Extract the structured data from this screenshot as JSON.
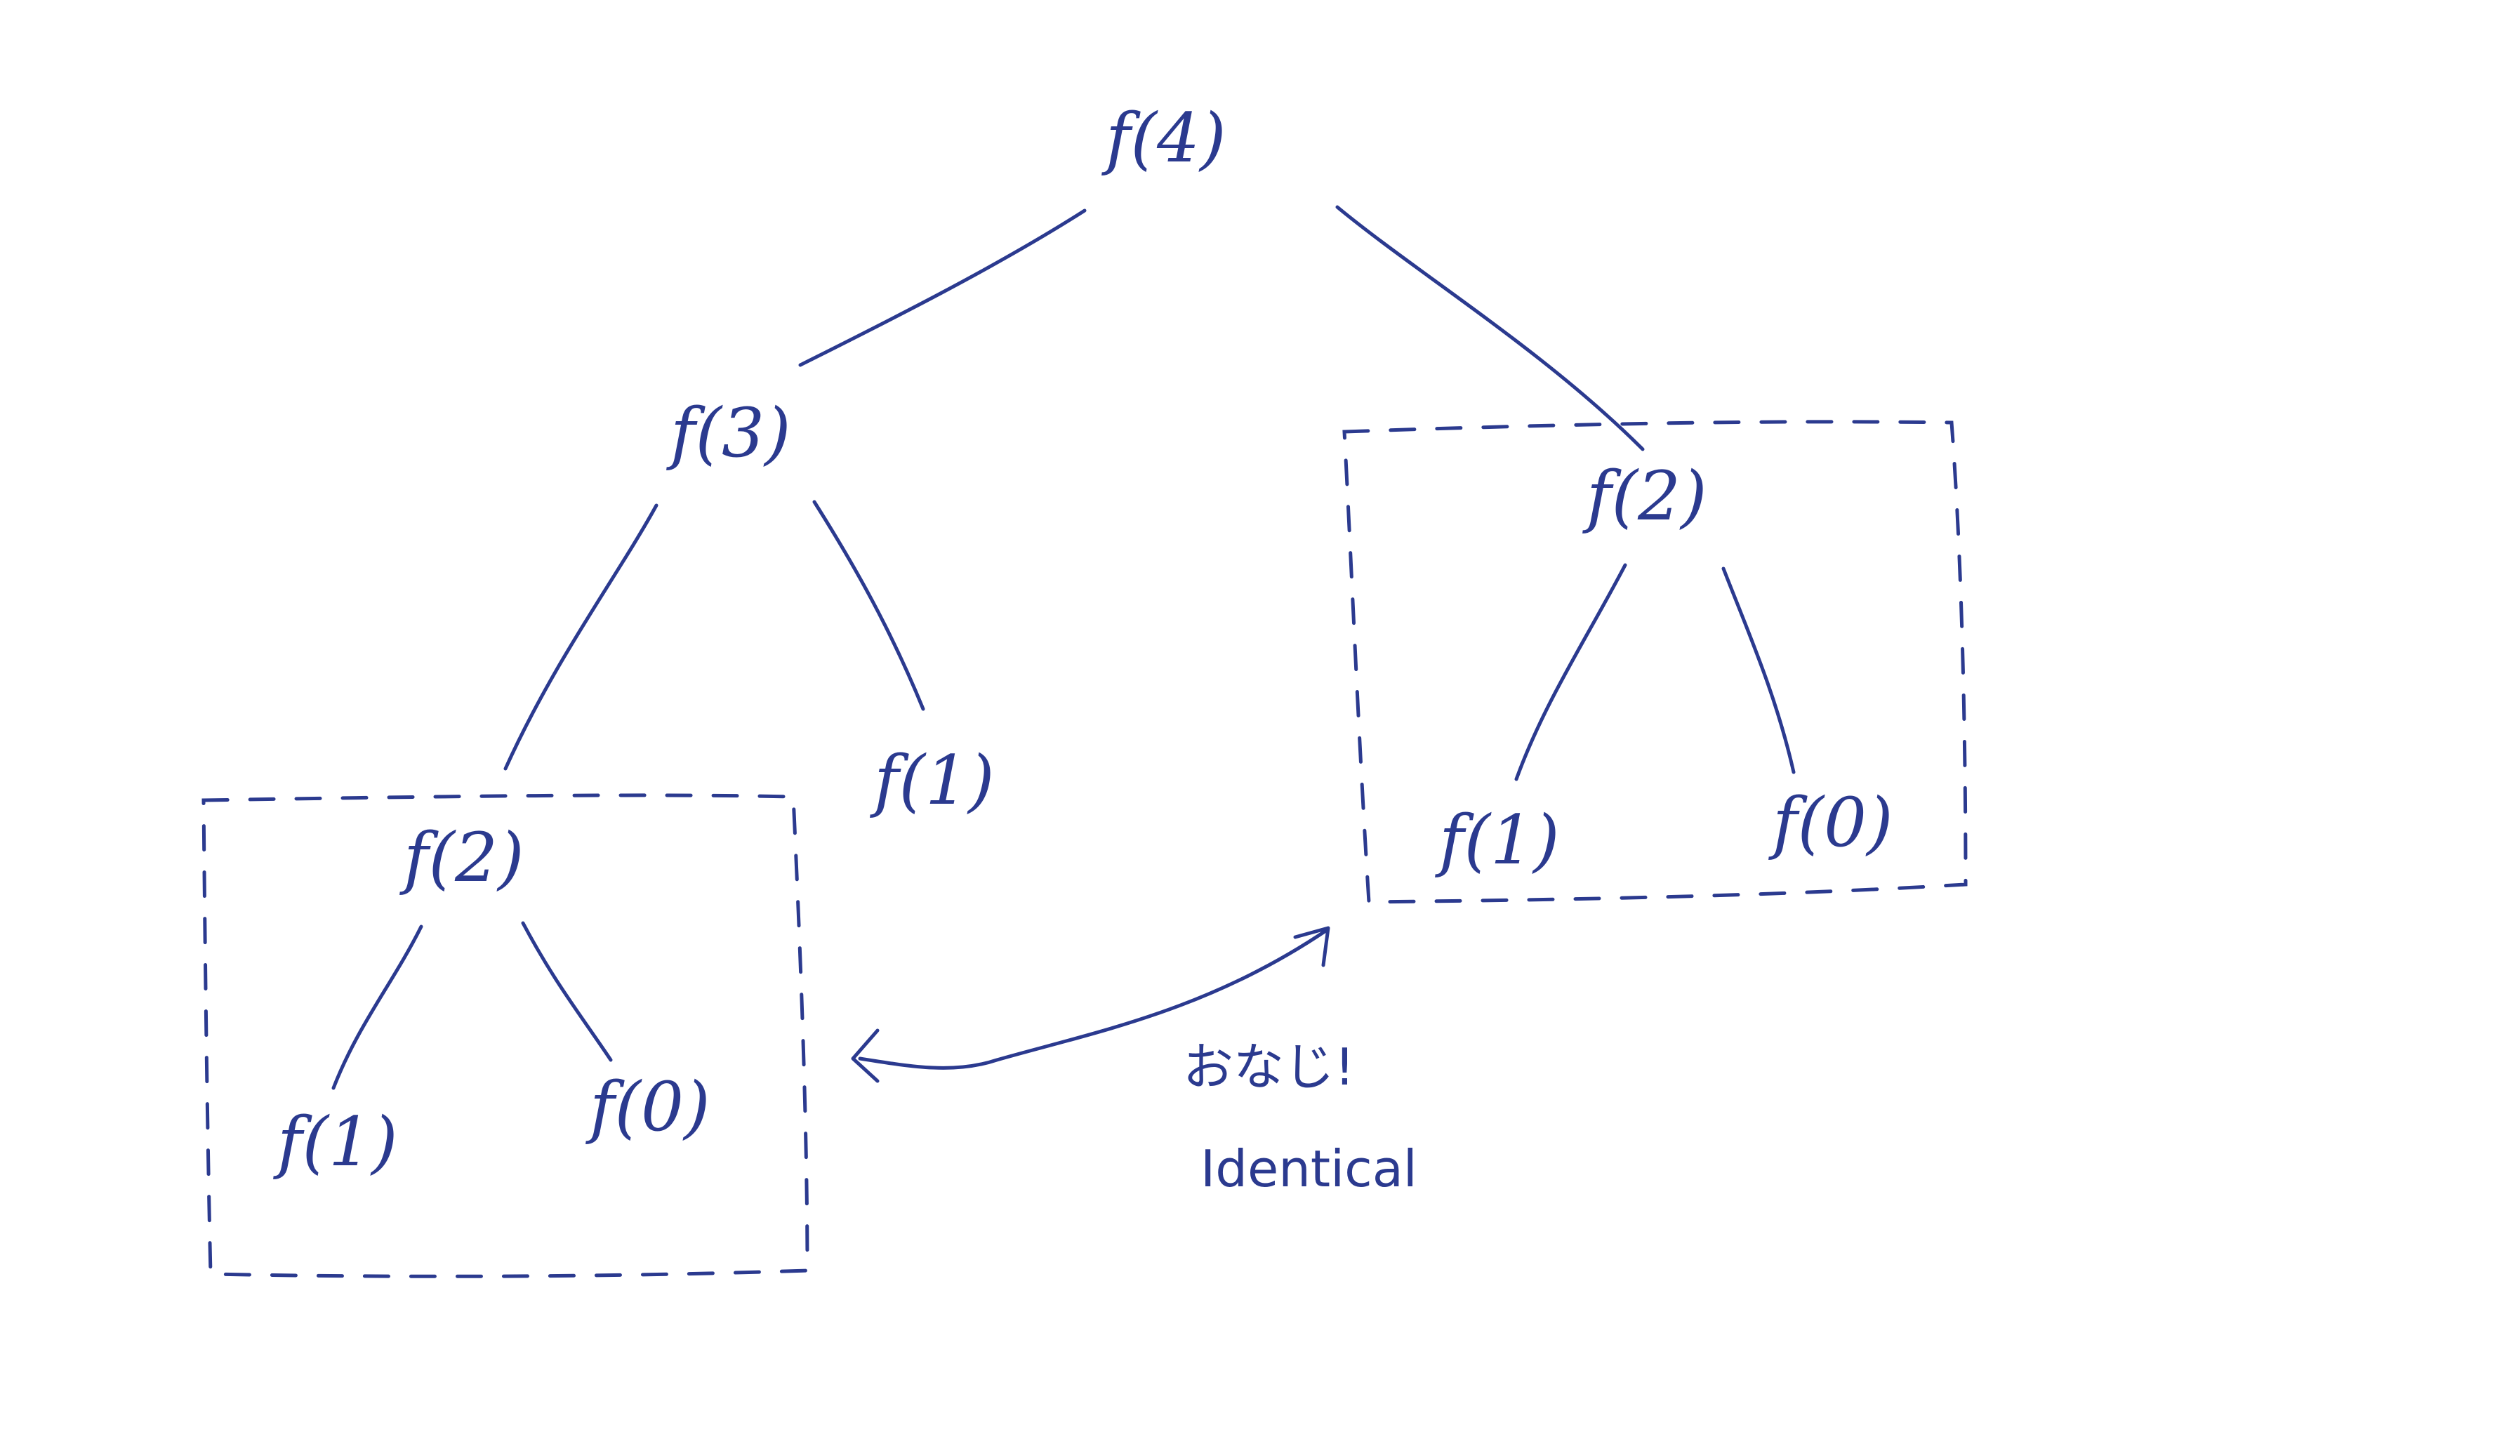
{
  "diagram": {
    "nodes": {
      "root": "f(4)",
      "left": "f(3)",
      "right": "f(2)",
      "left_left": "f(2)",
      "left_right": "f(1)",
      "left_left_left": "f(1)",
      "left_left_right": "f(0)",
      "right_left": "f(1)",
      "right_right": "f(0)"
    },
    "annotation": {
      "japanese": "おなじ!",
      "english": "Identical"
    },
    "colors": {
      "ink": "#2b3a8f",
      "background": "#ffffff"
    }
  }
}
